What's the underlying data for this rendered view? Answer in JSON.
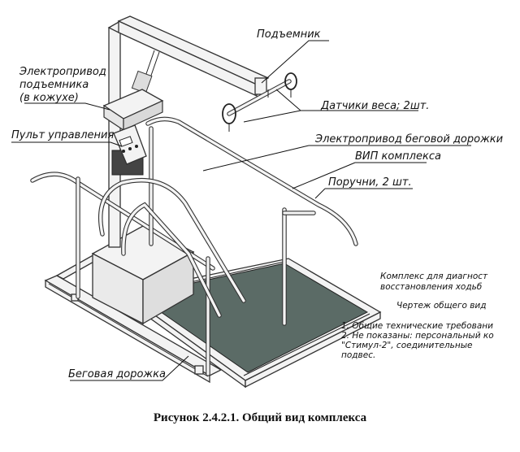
{
  "labels": {
    "lift": "Подъемник",
    "lift_drive_line1": "Электропривод",
    "lift_drive_line2": "подъемника",
    "lift_drive_line3": "(в кожухе)",
    "weight_sensors": "Датчики веса; 2шт.",
    "control_panel": "Пульт управления",
    "treadmill_drive": "Электропривод беговой дорожки",
    "power_supply": "ВИП комплекса",
    "handrails": "Поручни, 2 шт.",
    "treadmill": "Беговая дорожка"
  },
  "stamp": {
    "line1": "Комплекс для диагност",
    "line2": "восстановления ходьб",
    "line3": "Чертеж общего вид",
    "note1": "1. Общие технические требовани",
    "note2": "2. Не показаны: персональный ко",
    "note3": "\"Стимул-2\",     соединительные",
    "note4": "подвес."
  },
  "caption": "Рисунок 2.4.2.1. Общий вид комплекса"
}
